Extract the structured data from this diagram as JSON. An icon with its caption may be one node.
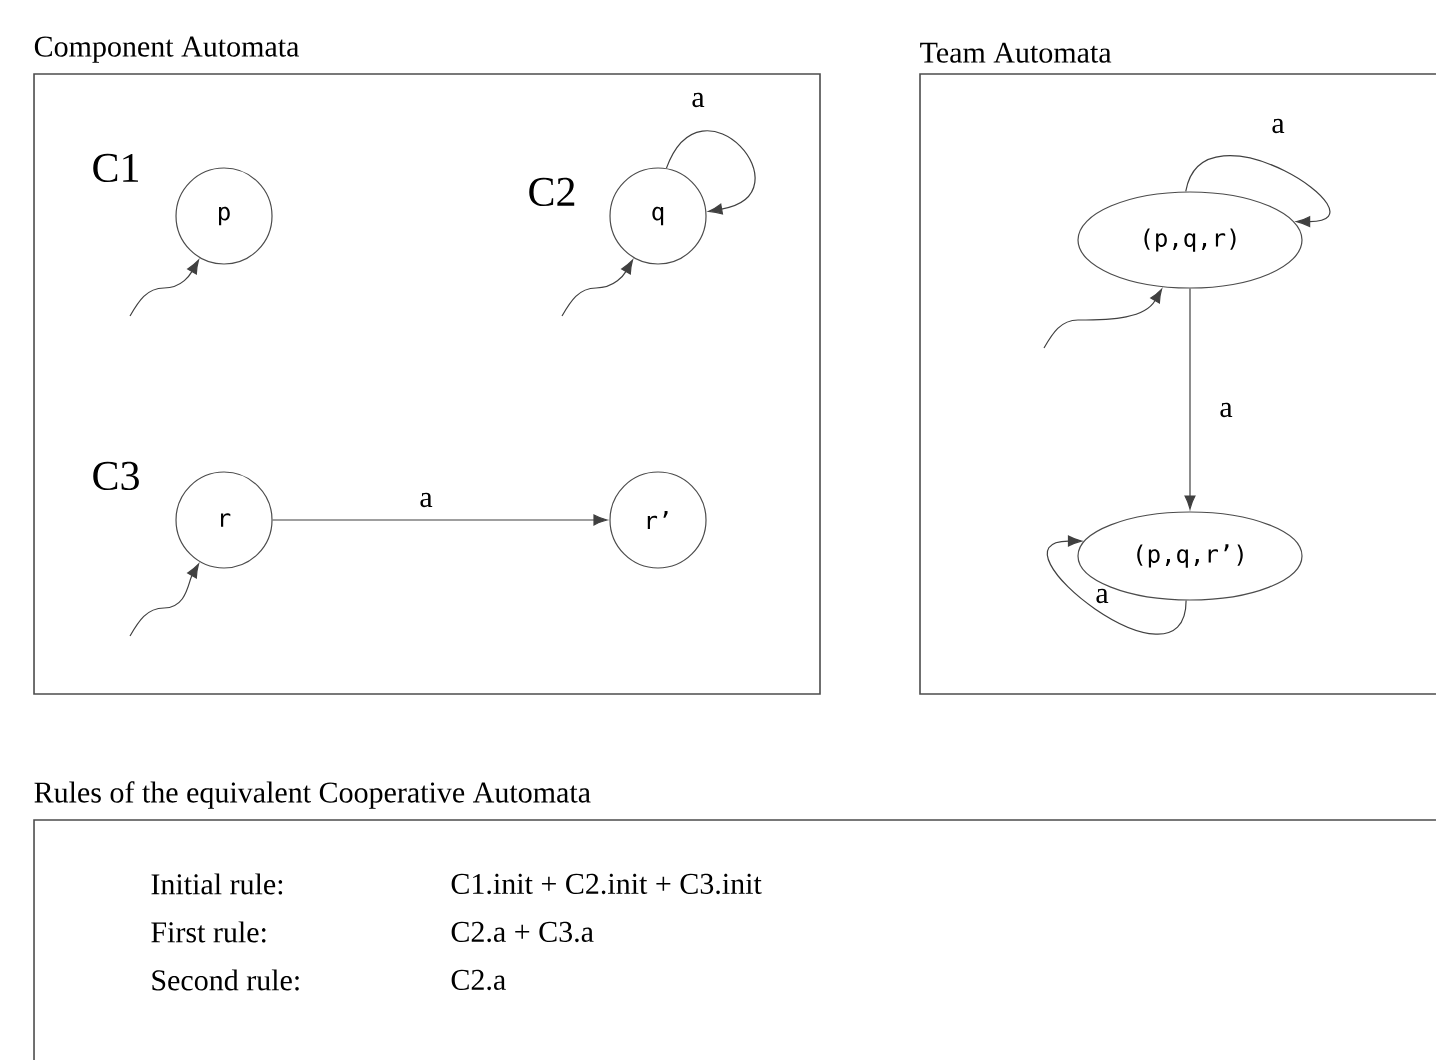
{
  "diagram": {
    "nodes": [
      {
        "text": [
          "Component Automata"
        ]
      },
      {
        "text": [
          "p"
        ],
        "in": 0,
        "beside": [
          "C1"
        ]
      },
      {
        "text": [
          "q"
        ],
        "in": 0,
        "beside": [
          "C2"
        ]
      },
      {
        "text": [
          "r"
        ],
        "in": 0,
        "beside": [
          "C3"
        ]
      },
      {
        "text": [
          "r’"
        ],
        "in": 0
      },
      {
        "text": [
          "Team Automata"
        ]
      },
      {
        "text": [
          "(p,q,r)"
        ],
        "in": 5
      },
      {
        "text": [
          "(p,q,r’)"
        ],
        "in": 5
      },
      {
        "text": [
          "Rules of the equivalent Cooperative Automata"
        ]
      }
    ],
    "edges": [
      {
        "from": null,
        "to": 1,
        "arrow": "to"
      },
      {
        "from": null,
        "to": 2,
        "arrow": "to"
      },
      {
        "from": 2,
        "to": 2,
        "arrow": "to",
        "label": "a"
      },
      {
        "from": null,
        "to": 3,
        "arrow": "to"
      },
      {
        "from": 3,
        "to": 4,
        "arrow": "to",
        "label": "a"
      },
      {
        "from": 6,
        "to": 6,
        "arrow": "to",
        "label": "a"
      },
      {
        "from": null,
        "to": 6,
        "arrow": "to"
      },
      {
        "from": 6,
        "to": 7,
        "arrow": "to",
        "label": "a"
      },
      {
        "from": 7,
        "to": 7,
        "arrow": "to",
        "label": "a"
      }
    ],
    "labels": [
      "Initial rule:",
      "C1.init + C2.init + C3.init",
      "First rule:",
      "C2.a + C3.a",
      "Second rule:",
      "C2.a"
    ]
  }
}
